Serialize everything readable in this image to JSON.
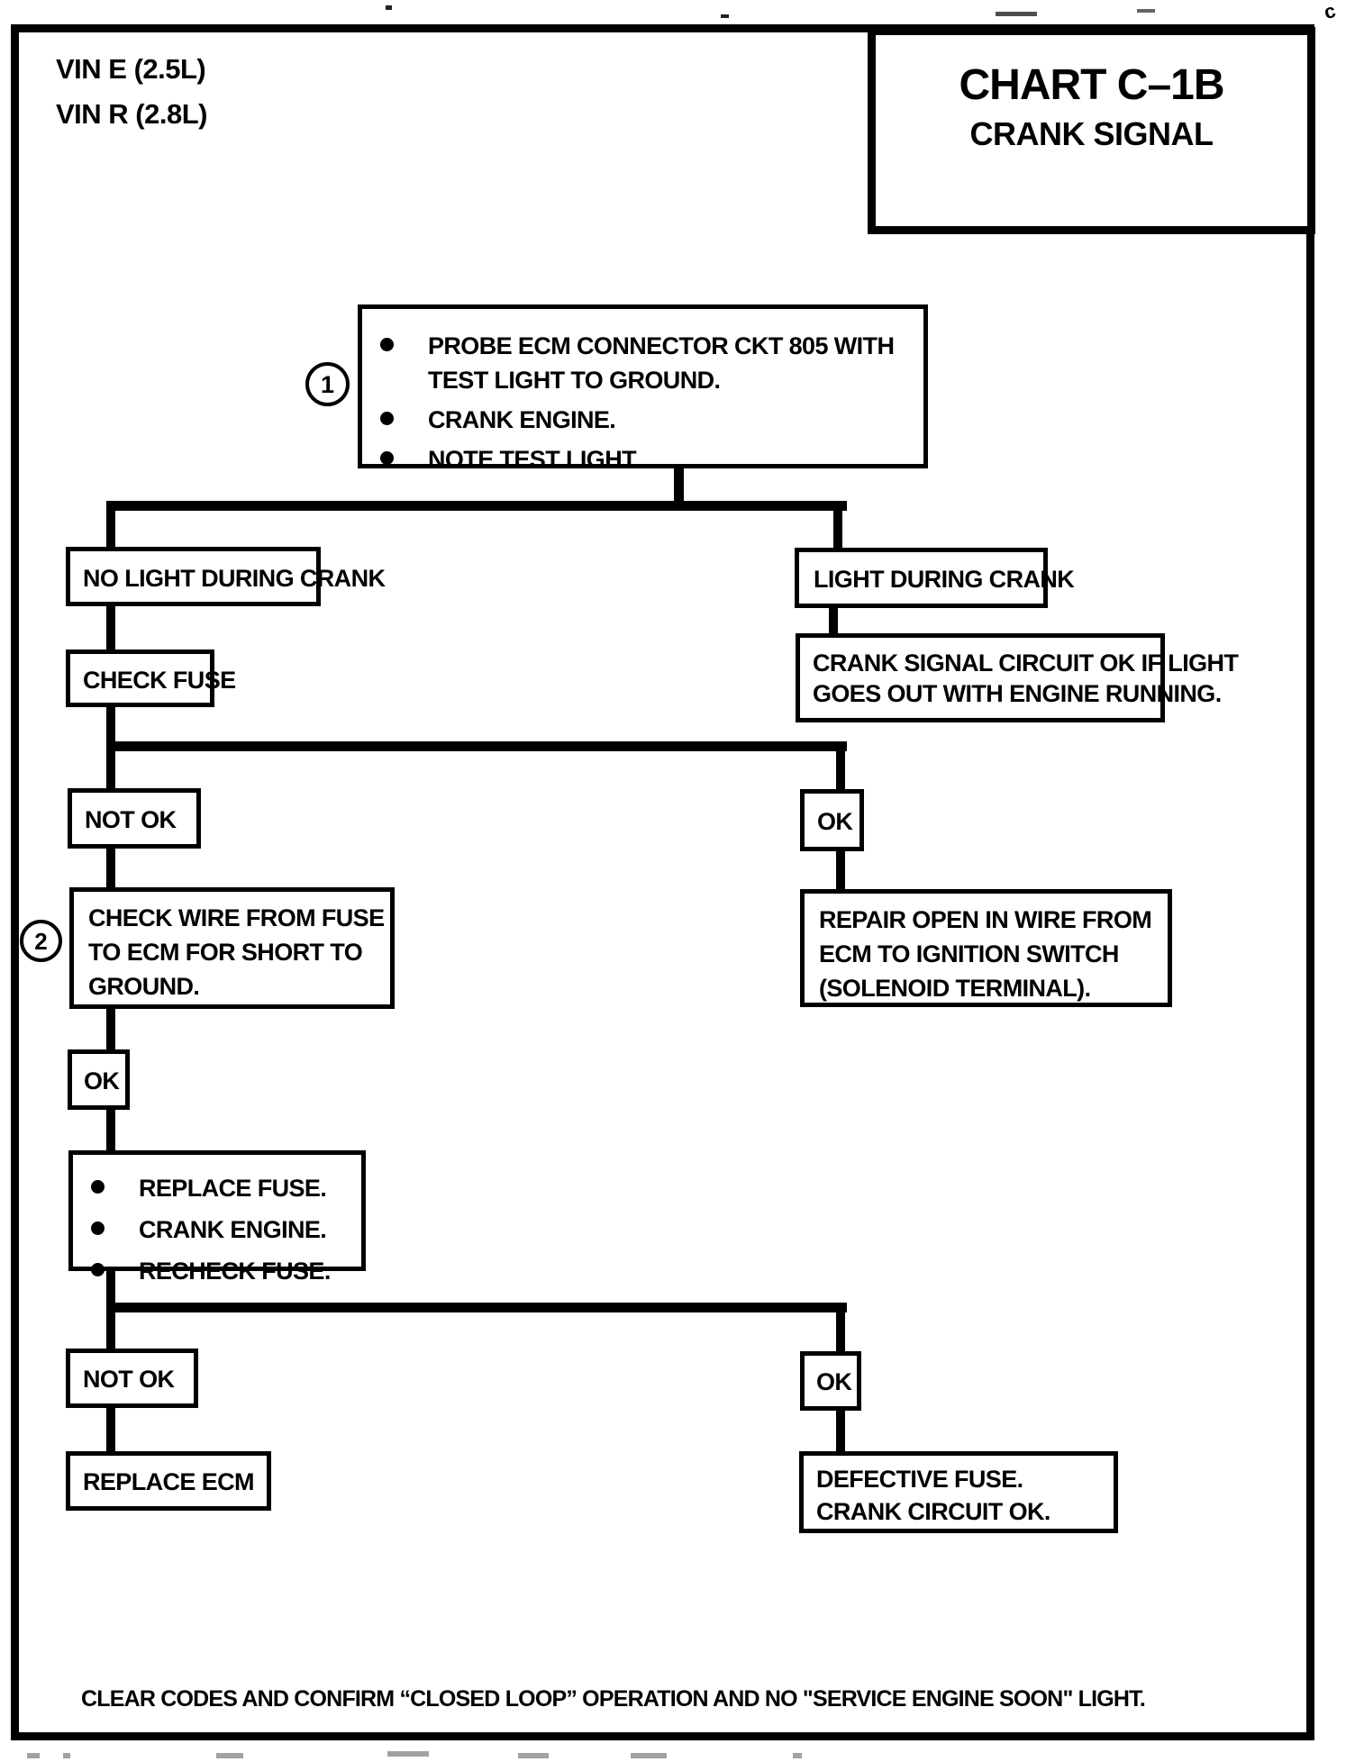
{
  "page": {
    "vin": [
      "VIN E (2.5L)",
      "VIN R (2.8L)"
    ],
    "corner_artifact": "c"
  },
  "title_block": {
    "title": "CHART C–1B",
    "subtitle": "CRANK SIGNAL"
  },
  "flow": {
    "step1": {
      "number": "1",
      "bullets": [
        [
          "PROBE ECM CONNECTOR CKT 805 WITH",
          "TEST LIGHT TO GROUND."
        ],
        [
          "CRANK ENGINE."
        ],
        [
          "NOTE TEST LIGHT."
        ]
      ]
    },
    "no_light": "NO LIGHT DURING CRANK",
    "light": "LIGHT DURING CRANK",
    "check_fuse": "CHECK FUSE",
    "crank_signal_ok": [
      "CRANK SIGNAL CIRCUIT OK IF LIGHT",
      "GOES OUT WITH ENGINE RUNNING."
    ],
    "not_ok_1": "NOT OK",
    "ok_1": "OK",
    "step2": {
      "number": "2",
      "lines": [
        "CHECK WIRE FROM FUSE",
        "TO ECM FOR SHORT TO",
        "GROUND."
      ]
    },
    "repair_open": [
      "REPAIR OPEN IN WIRE FROM",
      "ECM TO IGNITION SWITCH",
      "(SOLENOID TERMINAL)."
    ],
    "ok_2": "OK",
    "replace_fuse": {
      "bullets": [
        [
          "REPLACE FUSE."
        ],
        [
          "CRANK ENGINE."
        ],
        [
          "RECHECK FUSE."
        ]
      ]
    },
    "not_ok_2": "NOT OK",
    "ok_3": "OK",
    "replace_ecm": "REPLACE ECM",
    "defective_fuse": [
      "DEFECTIVE FUSE.",
      "CRANK CIRCUIT OK."
    ]
  },
  "footer": {
    "note": "CLEAR CODES AND CONFIRM “CLOSED LOOP” OPERATION AND NO \"SERVICE ENGINE SOON\" LIGHT."
  }
}
